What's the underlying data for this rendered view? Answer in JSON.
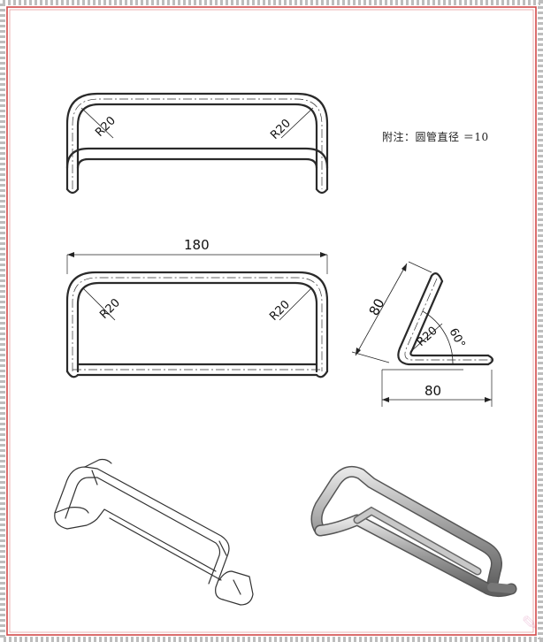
{
  "note": "附注：圆管直径 ＝10",
  "dimensions": {
    "width": "180",
    "height": "80",
    "base": "80",
    "angle": "60°",
    "radius": "R20"
  },
  "colors": {
    "border_red": "#d24a4a",
    "border_gray": "#bdbdbd",
    "line": "#2a2a2a",
    "shade": "#9a9a9a"
  }
}
